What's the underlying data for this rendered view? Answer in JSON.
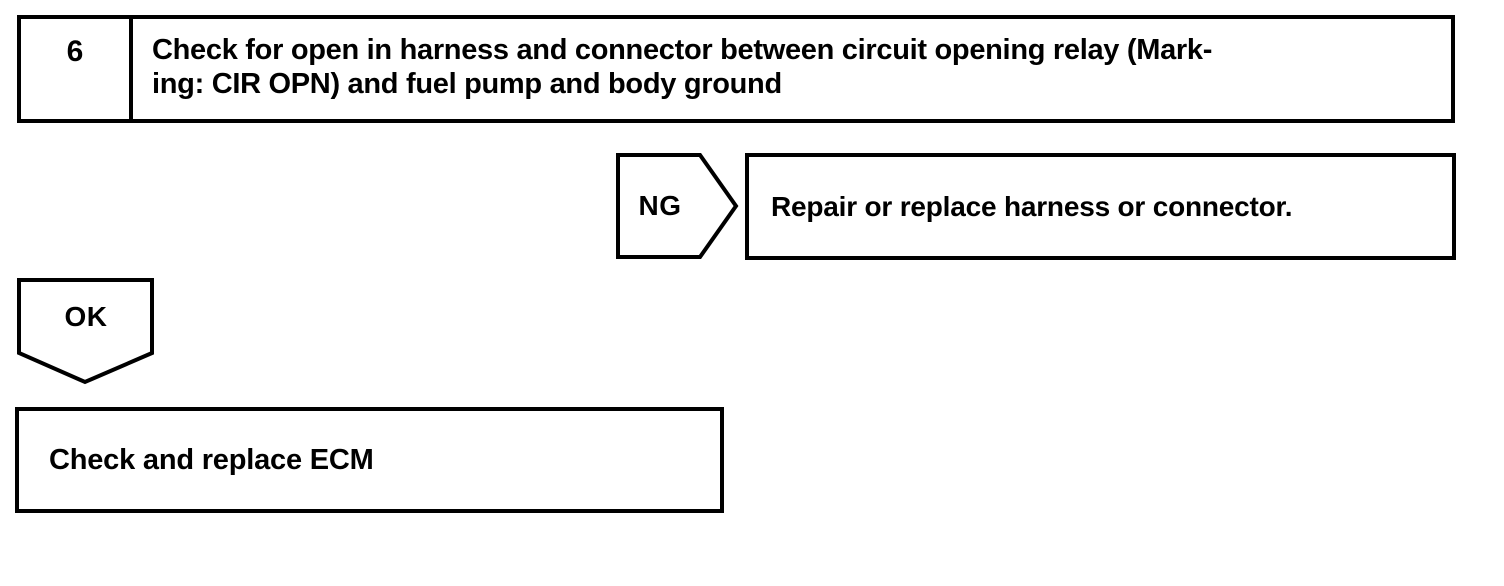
{
  "page": {
    "background": "#ffffff",
    "ink": "#000000"
  },
  "flowchart": {
    "step": {
      "number": "6",
      "instruction_lines": [
        "Check for open in harness and connector between circuit opening relay (Mark-",
        "ing: CIR OPN) and fuel pump and body ground"
      ]
    },
    "ng_branch": {
      "label": "NG",
      "action": "Repair or replace harness or connector."
    },
    "ok_branch": {
      "label": "OK",
      "action": "Check and replace ECM"
    }
  }
}
